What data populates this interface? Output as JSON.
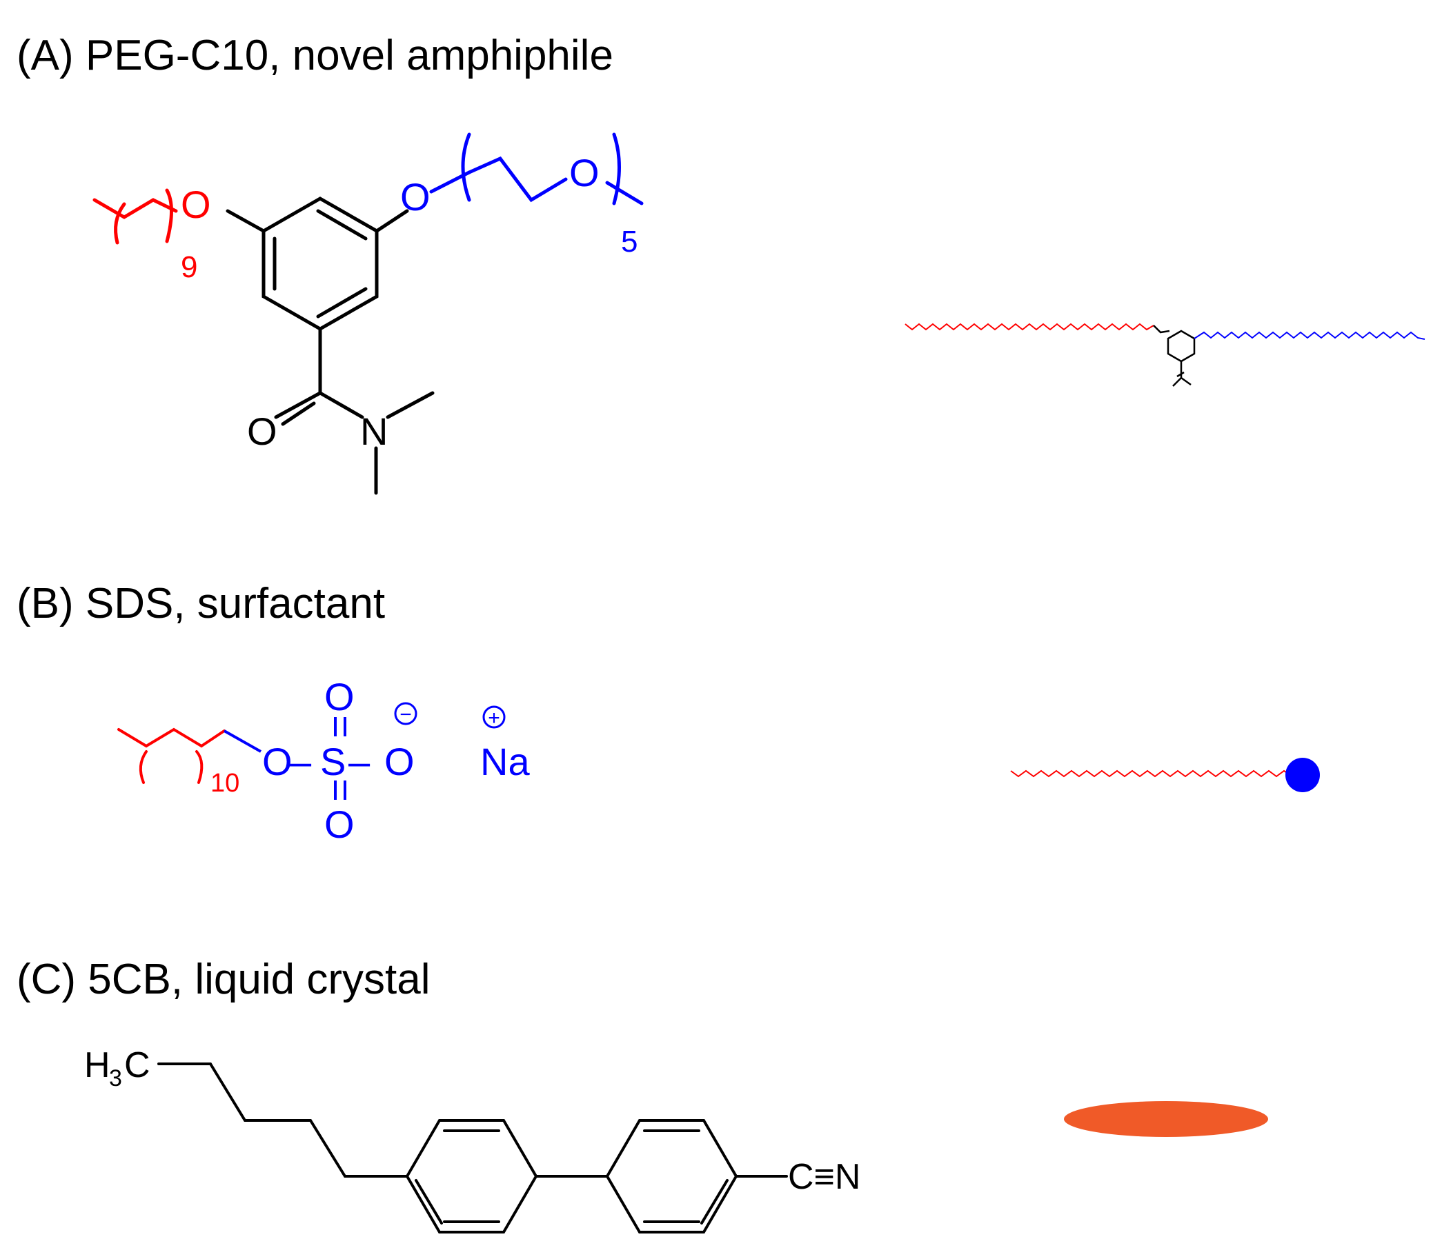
{
  "panels": {
    "a": {
      "title": "(A) PEG-C10, novel amphiphile",
      "labels": {
        "o_tail": "O",
        "o_head": "O",
        "o_peg": "O",
        "o_carbonyl": "O",
        "n_amide": "N",
        "sub_tail": "9",
        "sub_peg": "5"
      }
    },
    "b": {
      "title": "(B) SDS, surfactant",
      "labels": {
        "sub_tail": "10",
        "o_ester": "O",
        "s_atom": "S",
        "o_single": "O",
        "o_top": "O",
        "o_bottom": "O",
        "dash1": "–",
        "dash2": "–",
        "minus": "−",
        "plus": "+",
        "na": "Na"
      }
    },
    "c": {
      "title": "(C) 5CB, liquid crystal",
      "labels": {
        "h3c_h": "H",
        "h3c_3": "3",
        "h3c_c": "C",
        "nitrile": "C≡N"
      }
    }
  },
  "colors": {
    "tail": "#ff0000",
    "head": "#0000ff",
    "backbone": "#000000",
    "rod": "#f05a28"
  }
}
